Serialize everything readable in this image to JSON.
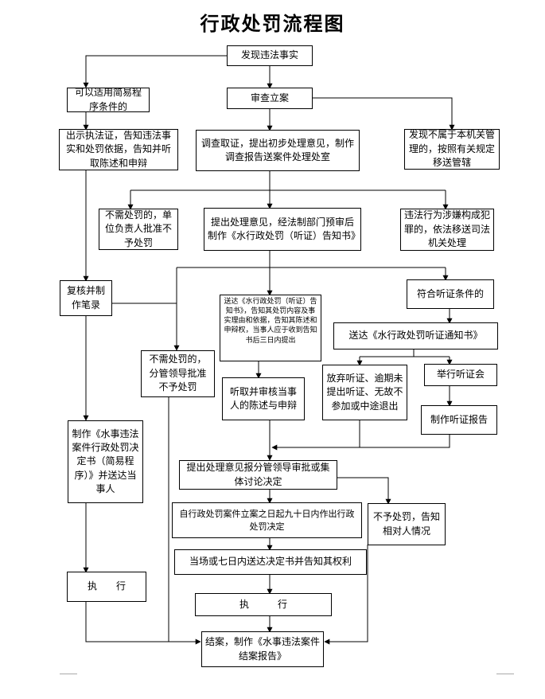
{
  "title": "行政处罚流程图",
  "boxes": {
    "discover": "发现违法事实",
    "simple": "可以适用简易程序条件的",
    "register": "审查立案",
    "show_cert": "出示执法证，告知违法事实和处罚依据，告知并听取陈述和申辩",
    "investigate": "调查取证，提出初步处理意见，制作调查报告送案件处理处室",
    "transfer_admin": "发现不属于本机关管理的，按照有关规定移送管辖",
    "no_punish_unit": "不需处罚的，单位负责人批准不予处罚",
    "propose": "提出处理意见，经法制部门预审后制作《水行政处罚（听证）告知书》",
    "transfer_judicial": "违法行为涉嫌构成犯罪的，依法移送司法机关处理",
    "recheck": "复核并制作笔录",
    "serve_notice": "送达《水行政处罚（听证）告知书》，告知其处罚内容及事实理由和依据，告知其陈述和申辩权，当事人应于收到告知书后三日内提出",
    "hearing_cond": "符合听证条件的",
    "hearing_notice": "送达《水行政处罚听证通知书》",
    "no_punish_leader": "不需处罚的，分管领导批准不予处罚",
    "waive": "放弃听证、逾期未提出听证、无故不参加或中途退出",
    "hold_hearing": "举行听证会",
    "listen": "听取并审核当事人的陈述与申辩",
    "hearing_report": "制作听证报告",
    "simple_decision": "制作《水事违法案件行政处罚决定书（简易程序）》并送达当事人",
    "approve": "提出处理意见报分管领导审批或集体讨论决定",
    "deadline": "自行政处罚案件立案之日起九十日内作出行政处罚决定",
    "no_punish_inform": "不予处罚，告知相对人情况",
    "deliver": "当场或七日内送达决定书并告知其权利",
    "execute_left": "执　　行",
    "execute_main": "执　　　行",
    "close": "结案，制作《水事违法案件结案报告》"
  }
}
